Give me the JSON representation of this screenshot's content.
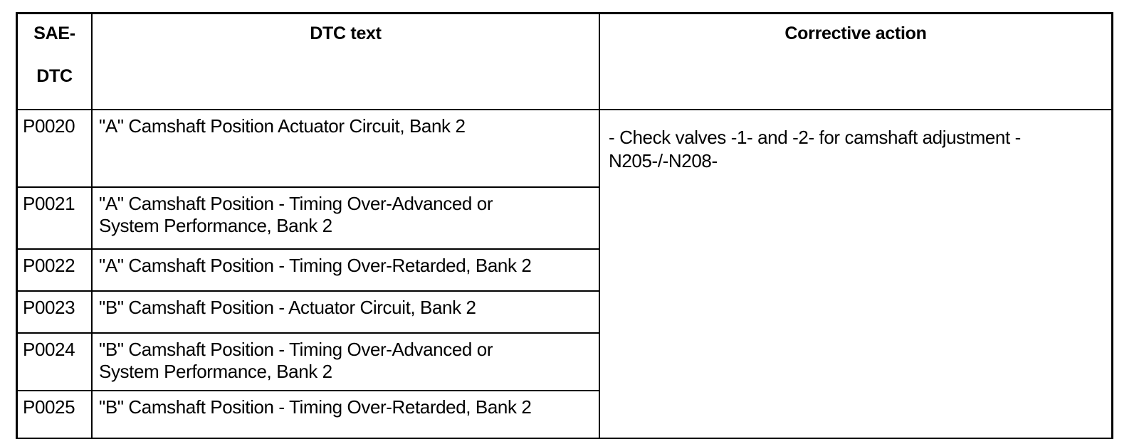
{
  "table": {
    "headers": {
      "sae_dtc_line1": "SAE-",
      "sae_dtc_line2": "DTC",
      "dtc_text": "DTC text",
      "corrective_action": "Corrective action"
    },
    "rows": [
      {
        "code": "P0020",
        "text_line1": "\"A\" Camshaft Position Actuator Circuit, Bank 2",
        "text_line2": ""
      },
      {
        "code": "P0021",
        "text_line1": "\"A\" Camshaft Position - Timing Over-Advanced or",
        "text_line2": "System Performance, Bank 2"
      },
      {
        "code": "P0022",
        "text_line1": "\"A\" Camshaft Position - Timing Over-Retarded, Bank 2",
        "text_line2": ""
      },
      {
        "code": "P0023",
        "text_line1": "\"B\" Camshaft Position - Actuator Circuit, Bank 2",
        "text_line2": ""
      },
      {
        "code": "P0024",
        "text_line1": "\"B\" Camshaft Position - Timing Over-Advanced or",
        "text_line2": "System Performance, Bank 2"
      },
      {
        "code": "P0025",
        "text_line1": "\"B\" Camshaft Position - Timing Over-Retarded, Bank 2",
        "text_line2": ""
      }
    ],
    "corrective_action": {
      "line1": "- Check valves -1- and -2- for camshaft adjustment -",
      "line2": "N205-/-N208-"
    }
  },
  "colors": {
    "border": "#000000",
    "background": "#ffffff",
    "text": "#000000"
  }
}
